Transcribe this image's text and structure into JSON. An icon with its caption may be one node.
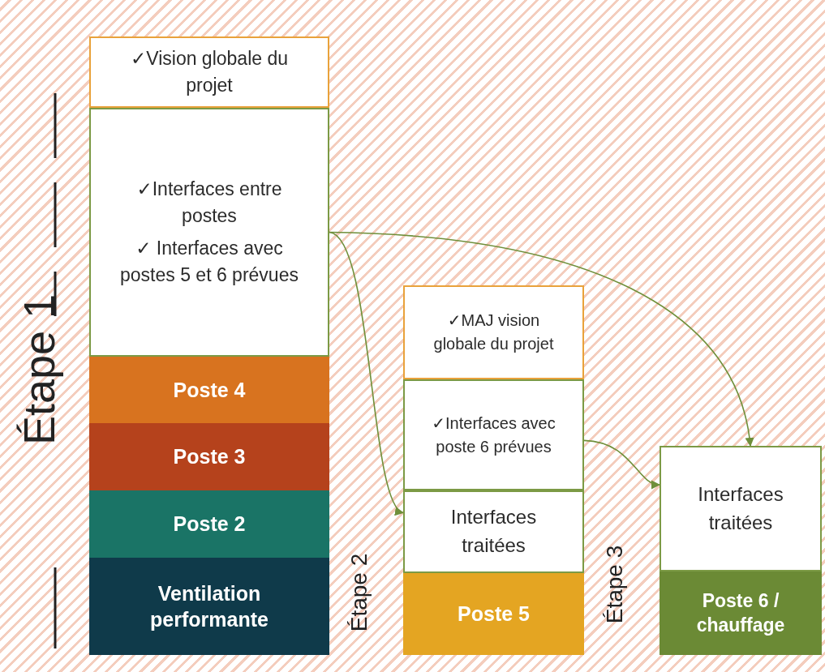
{
  "diagram": {
    "nodes": [
      {
        "text": [
          "✓Vision globale du projet"
        ]
      },
      {
        "text": [
          "✓Interfaces entre postes",
          "✓ Interfaces avec postes 5 et 6 prévues"
        ]
      },
      {
        "text": [
          "Poste 4"
        ]
      },
      {
        "text": [
          "Poste 3"
        ]
      },
      {
        "text": [
          "Poste 2"
        ]
      },
      {
        "text": [
          "Ventilation performante"
        ]
      },
      {
        "text": [
          "✓MAJ vision globale du projet"
        ]
      },
      {
        "text": [
          "✓Interfaces avec poste 6 prévues"
        ]
      },
      {
        "text": [
          "Interfaces traitées"
        ]
      },
      {
        "text": [
          "Poste 5"
        ]
      },
      {
        "text": [
          "Interfaces traitées"
        ]
      },
      {
        "text": [
          "Poste 6 / chauffage"
        ]
      }
    ],
    "edges": [
      {
        "from": 1,
        "to": 8,
        "arrow": "to"
      },
      {
        "from": 1,
        "to": 10,
        "arrow": "to"
      },
      {
        "from": 7,
        "to": 10,
        "arrow": "to"
      }
    ],
    "labels": [
      "Étape 1",
      "Étape 2",
      "Étape 3"
    ]
  }
}
